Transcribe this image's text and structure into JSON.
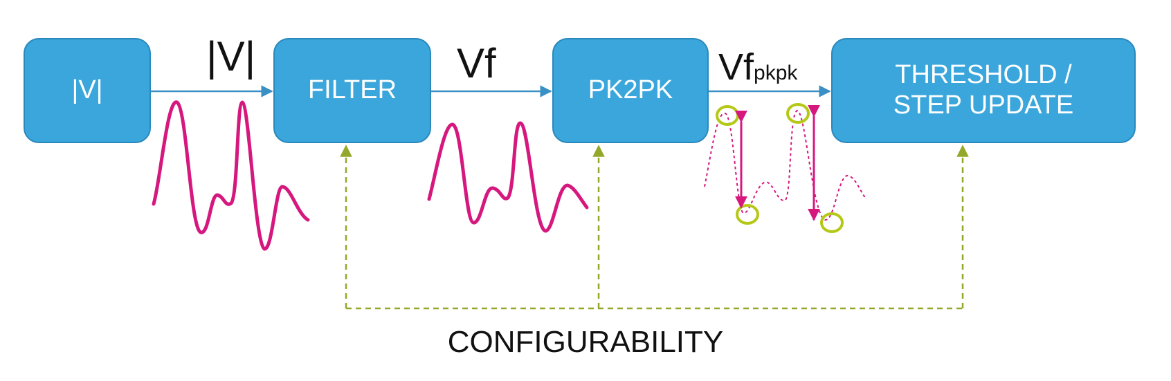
{
  "blocks": {
    "magnitude": {
      "label": "|V|"
    },
    "filter": {
      "label": "FILTER"
    },
    "pk2pk": {
      "label": "PK2PK"
    },
    "threshold": {
      "line1": "THRESHOLD /",
      "line2": "STEP UPDATE"
    }
  },
  "signals": {
    "magnitude": "|V|",
    "filtered": "Vf",
    "peak_to_peak_main": "Vf",
    "peak_to_peak_sub": "pkpk"
  },
  "configurability_label": "CONFIGURABILITY",
  "colors": {
    "block_fill": "#3aa6db",
    "block_border": "#2a88bd",
    "wire": "#3a8fc4",
    "waveform": "#d6187e",
    "config_line": "#93a82a",
    "marker": "#b5c818"
  }
}
